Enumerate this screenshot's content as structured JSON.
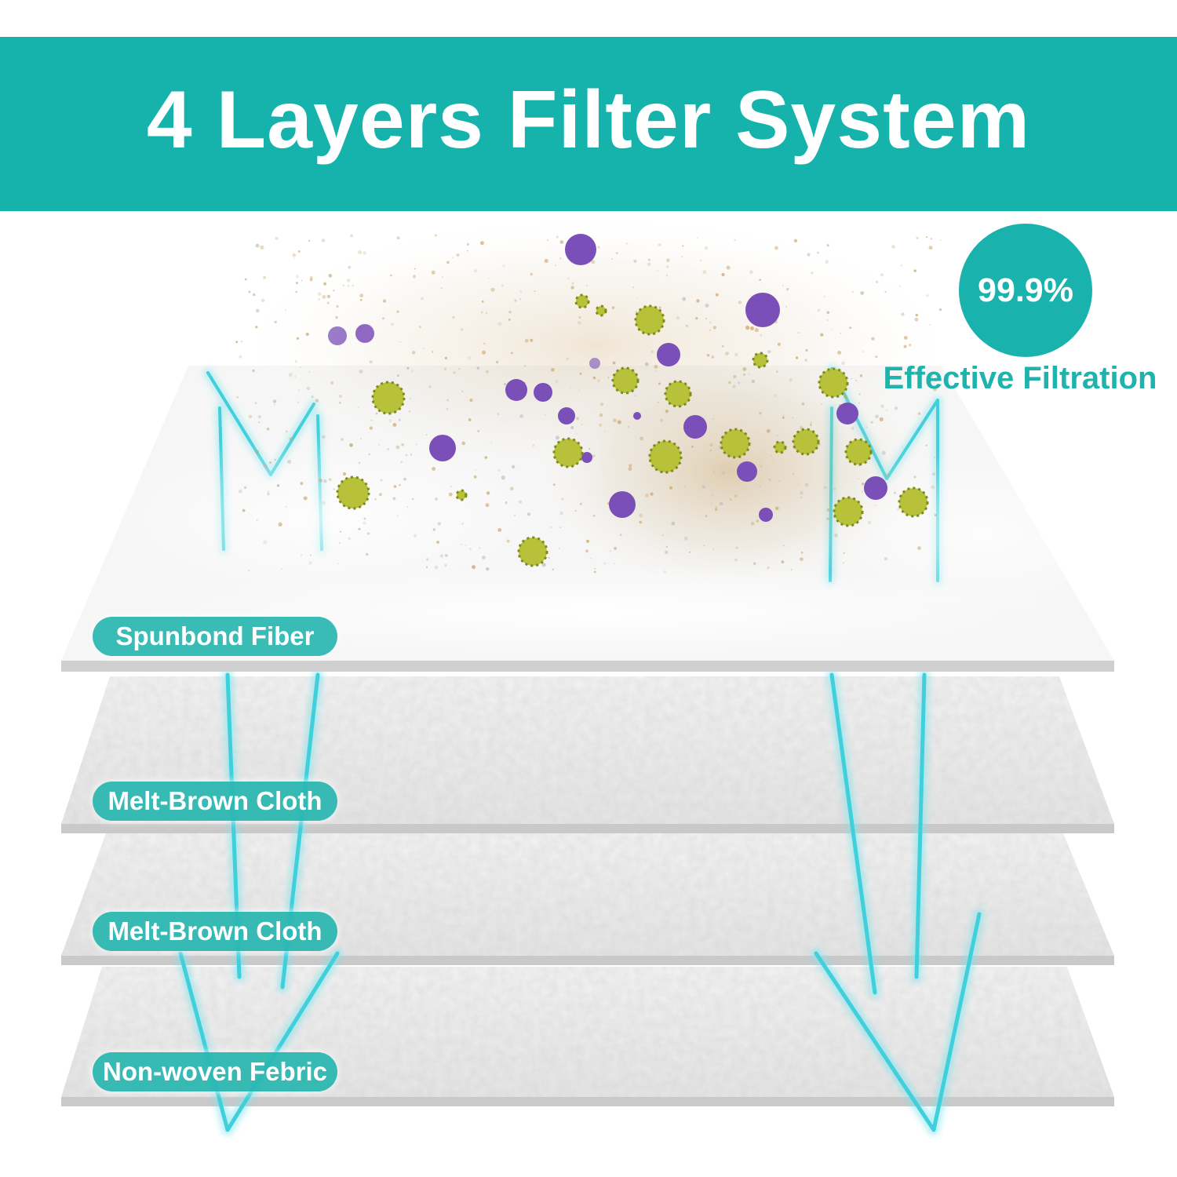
{
  "title": "4 Layers Filter System",
  "badge": {
    "value": "99.9%",
    "caption": "Effective Filtration"
  },
  "layers": [
    {
      "label": "Spunbond Fiber"
    },
    {
      "label": "Melt-Brown Cloth"
    },
    {
      "label": "Melt-Brown Cloth"
    },
    {
      "label": "Non-woven Febric"
    }
  ],
  "colors": {
    "brand_teal": "#16b3ad",
    "arrow_cyan": "#3fd0dc",
    "particle_purple": "#7a4fb8",
    "particle_green": "#b7c23a",
    "dust_tan": "#c9a46b"
  }
}
